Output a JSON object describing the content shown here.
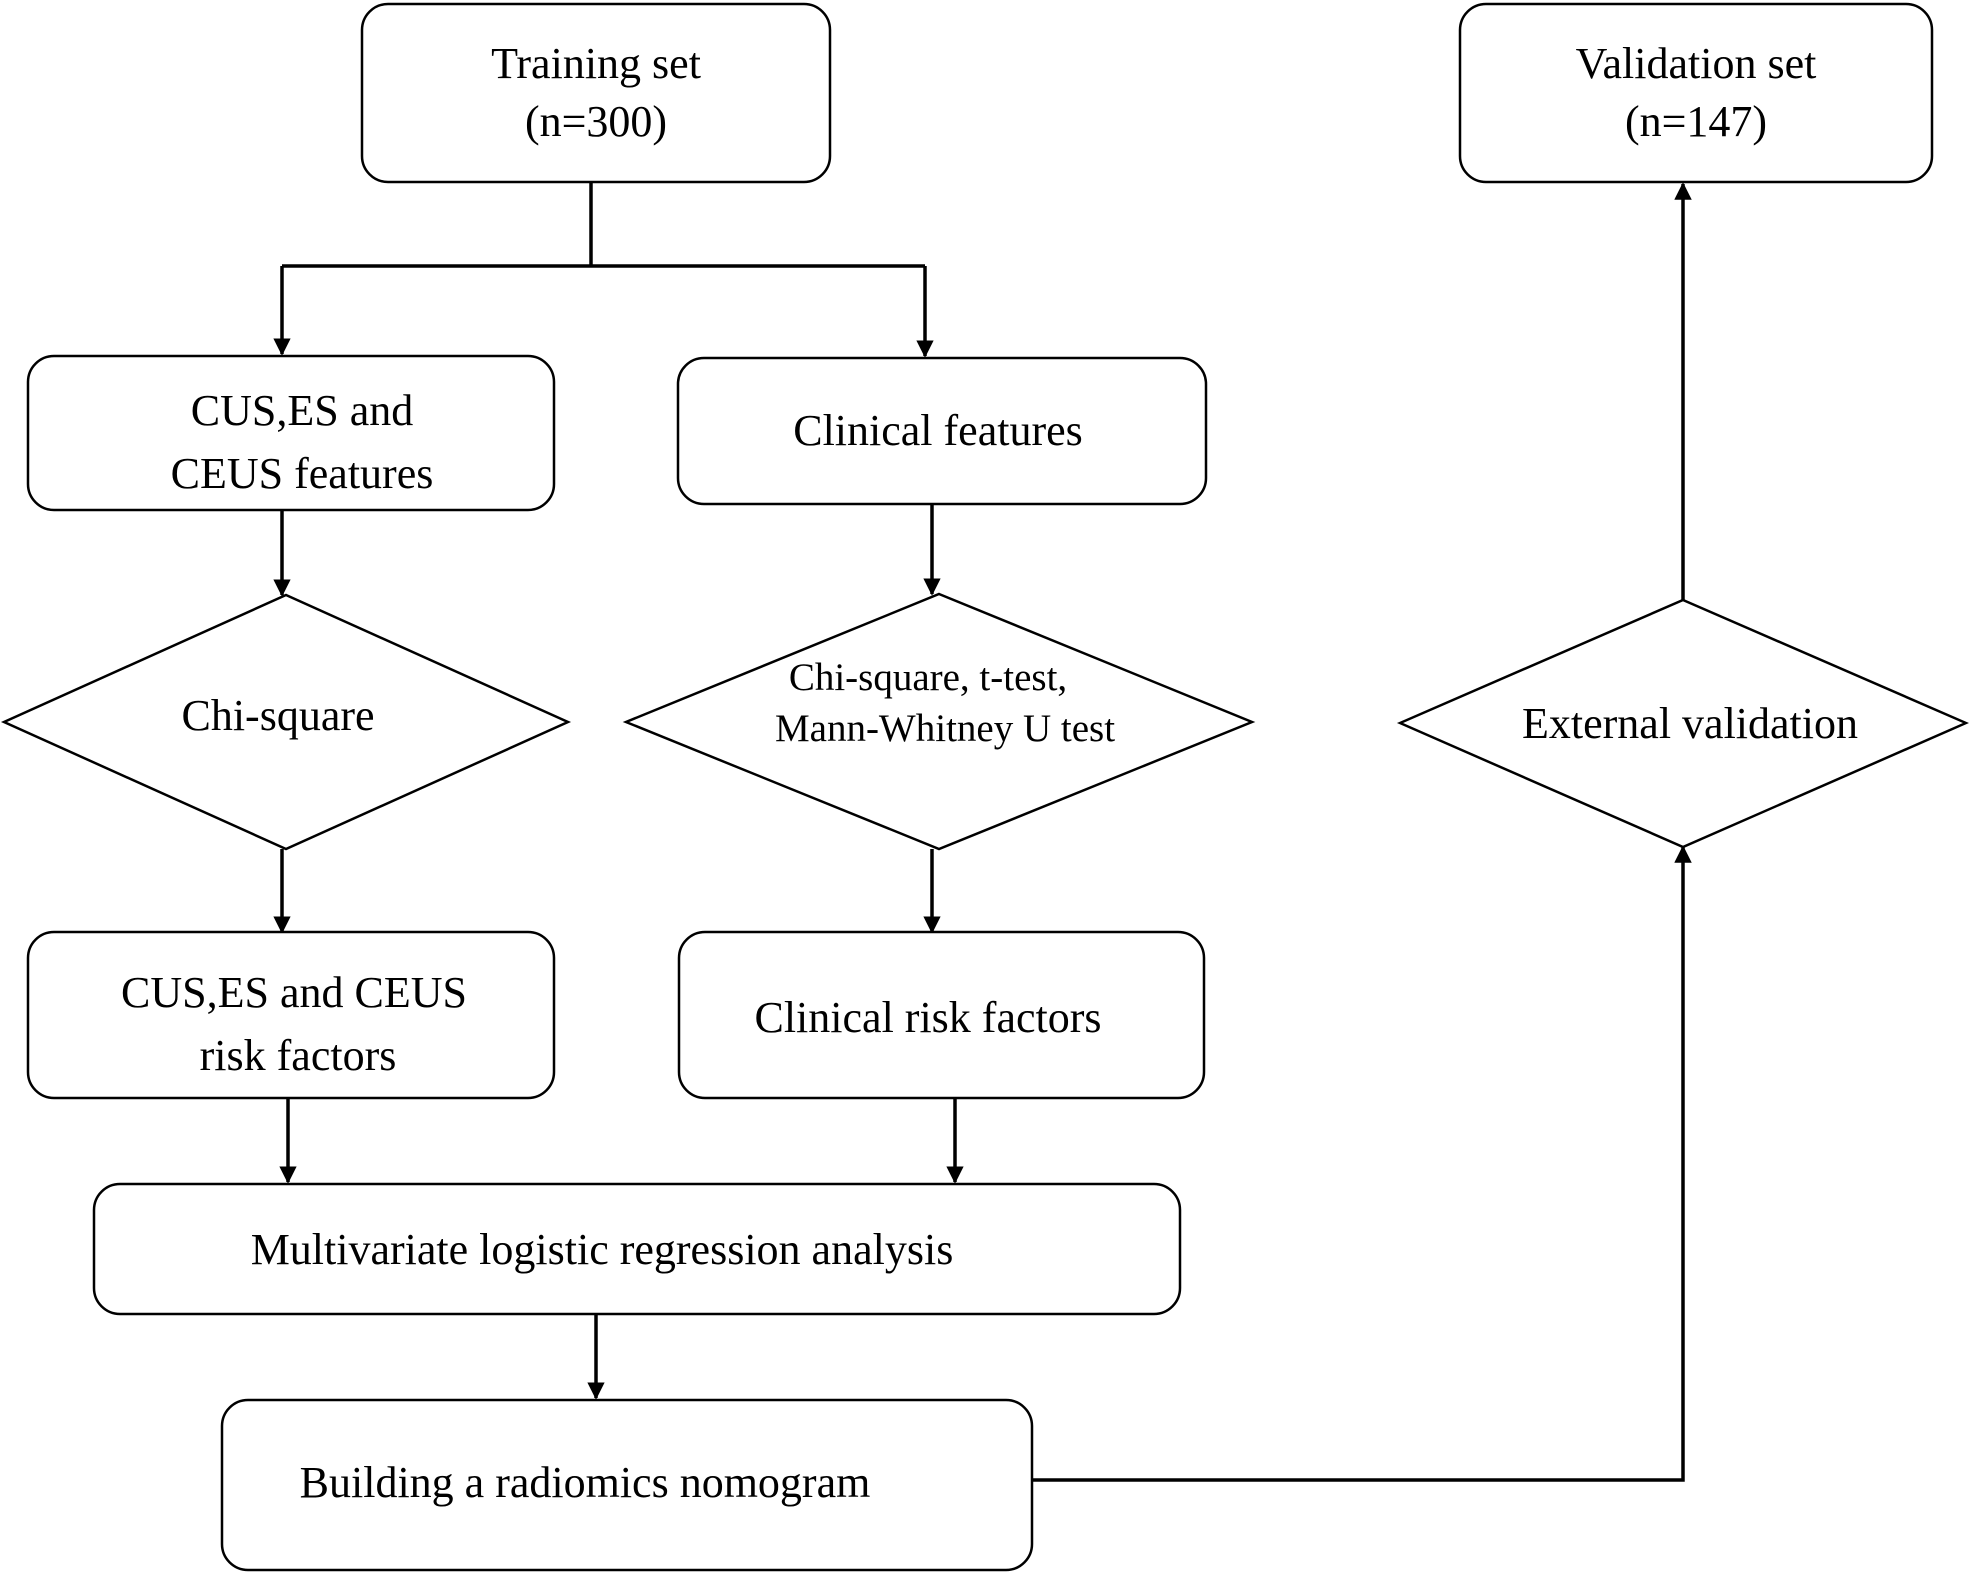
{
  "nodes": {
    "training_set": {
      "line1": "Training set",
      "line2": "(n=300)"
    },
    "validation_set": {
      "line1": "Validation set",
      "line2": "(n=147)"
    },
    "imaging_features": {
      "line1": "CUS,ES and",
      "line2": "CEUS features"
    },
    "clinical_features": {
      "line1": "Clinical features"
    },
    "chi_square": {
      "line1": "Chi-square"
    },
    "clinical_tests": {
      "line1": "Chi-square, t-test,",
      "line2": "Mann-Whitney U test"
    },
    "external_validation": {
      "line1": "External validation"
    },
    "imaging_risk_factors": {
      "line1": "CUS,ES and CEUS",
      "line2": "risk factors"
    },
    "clinical_risk_factors": {
      "line1": "Clinical risk factors"
    },
    "multivariate": {
      "line1": "Multivariate logistic regression analysis"
    },
    "nomogram": {
      "line1": "Building a radiomics nomogram"
    }
  }
}
